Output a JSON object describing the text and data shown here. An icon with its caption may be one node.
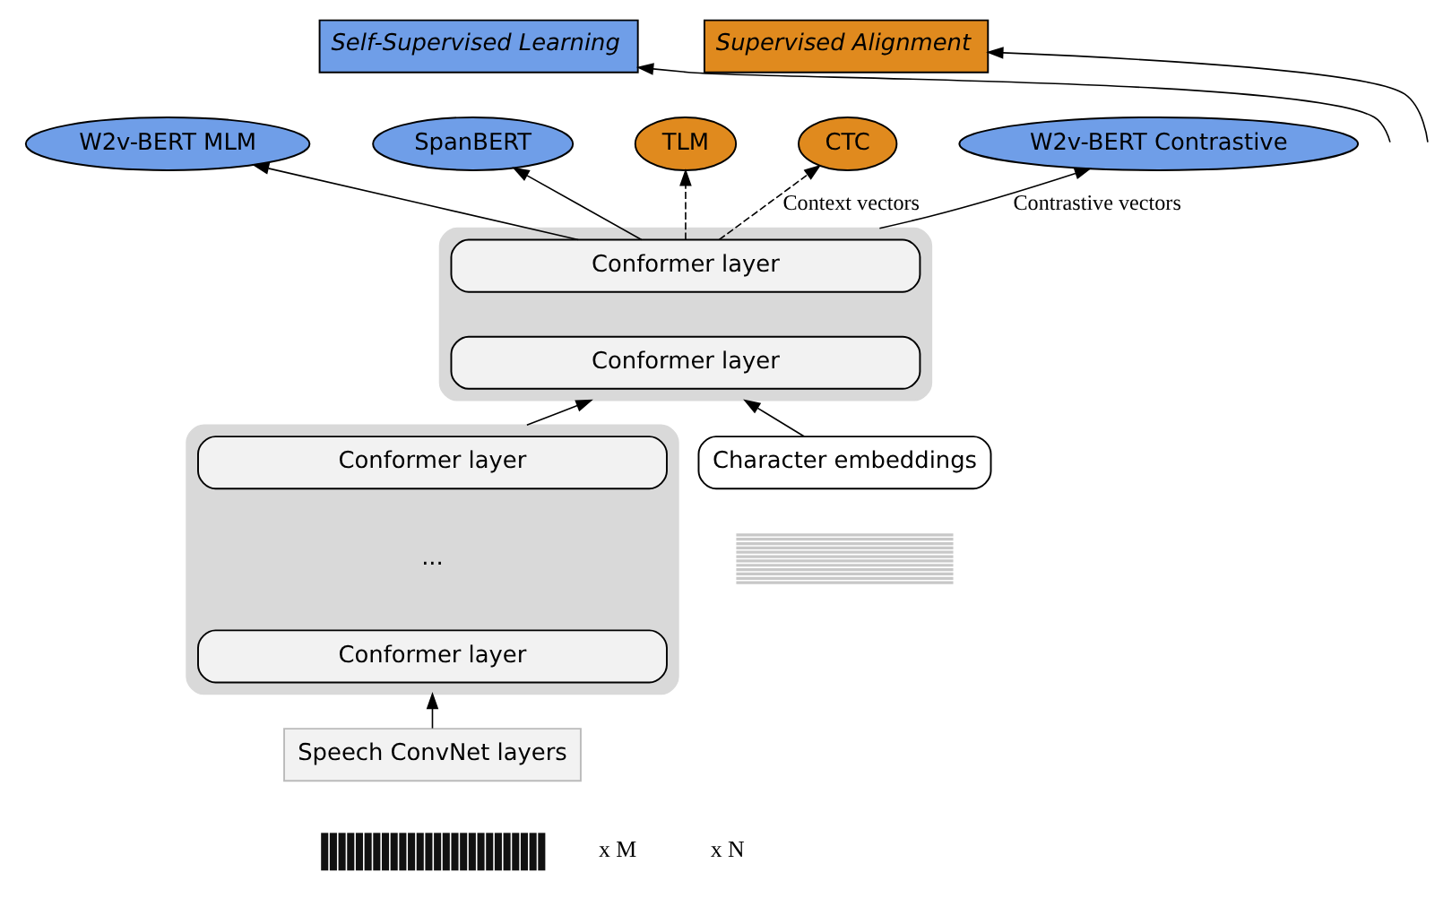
{
  "diagram": {
    "nodes": [
      {
        "text": [
          "Self-Supervised Learning"
        ]
      },
      {
        "text": [
          "Supervised Alignment"
        ]
      },
      {
        "text": [
          "W2v-BERT MLM"
        ]
      },
      {
        "text": [
          "SpanBERT"
        ]
      },
      {
        "text": [
          "TLM"
        ]
      },
      {
        "text": [
          "CTC"
        ]
      },
      {
        "text": [],
        "shape": "box"
      },
      {
        "text": [
          "Conformer layer"
        ],
        "in": 6
      },
      {
        "text": [
          "Conformer layer"
        ],
        "in": 6
      },
      {
        "text": [
          "W2v-BERT Contrastive"
        ]
      },
      {
        "text": [
          "Character embeddings"
        ]
      },
      {
        "text": [],
        "shape": "picture"
      },
      {
        "text": [],
        "shape": "box"
      },
      {
        "text": [
          "Conformer layer"
        ],
        "in": 12
      },
      {
        "text": [
          "Conformer layer"
        ],
        "in": 12
      },
      {
        "text": [
          "Speech ConvNet layers"
        ]
      },
      {
        "text": [],
        "shape": "picture"
      }
    ],
    "edges": [
      {
        "from": null,
        "to": 0,
        "arrow": "to"
      },
      {
        "from": null,
        "to": 1,
        "arrow": "to"
      },
      {
        "from": 7,
        "to": 2,
        "arrow": "to"
      },
      {
        "from": 7,
        "to": 3,
        "arrow": "to"
      },
      {
        "from": 7,
        "to": 4,
        "arrow": "to",
        "style": "dashed"
      },
      {
        "from": 7,
        "to": 5,
        "arrow": "to",
        "style": "dashed",
        "label": "Context vectors"
      },
      {
        "from": 6,
        "to": 9,
        "arrow": "to",
        "label": "Contrastive vectors"
      },
      {
        "from": 10,
        "to": 6,
        "arrow": "to"
      },
      {
        "from": 12,
        "to": 6,
        "arrow": "to"
      },
      {
        "from": 15,
        "to": 12,
        "arrow": "to"
      }
    ],
    "labels": [
      "x M",
      "...",
      "x N"
    ]
  }
}
